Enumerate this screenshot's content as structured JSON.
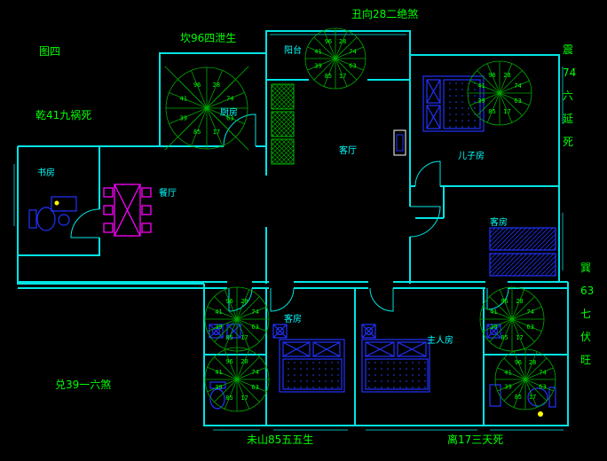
{
  "figure": {
    "label": "图四"
  },
  "annotations": {
    "kan": "坎96四泄生",
    "chou": "丑向28二绝煞",
    "qian": "乾41九祸死",
    "zhen": {
      "chars": [
        "震",
        "74",
        "六",
        "延",
        "死"
      ]
    },
    "xun": {
      "chars": [
        "巽",
        "63",
        "七",
        "伏",
        "旺"
      ]
    },
    "dui": "兑39一六煞",
    "wei": "未山85五五生",
    "li": "离17三天死"
  },
  "rooms": {
    "balcony": "阳台",
    "kitchen": "厨房",
    "living_room": "客厅",
    "son_room": "儿子房",
    "guest_room_right": "客房",
    "study": "书房",
    "dining_room": "餐厅",
    "guest_room_bottom": "客房",
    "master_room": "主人房"
  },
  "compass": {
    "numbers": [
      "96",
      "28",
      "74",
      "63",
      "17",
      "85",
      "39",
      "41"
    ]
  },
  "colors": {
    "background": "#000000",
    "wall": "#00e5e5",
    "annotation": "#00ff00",
    "room_label": "#00ffff",
    "furniture": "#2233ff",
    "dining_set": "#ff00ff",
    "plant": "#00bb00",
    "compass": "#00aa00"
  }
}
